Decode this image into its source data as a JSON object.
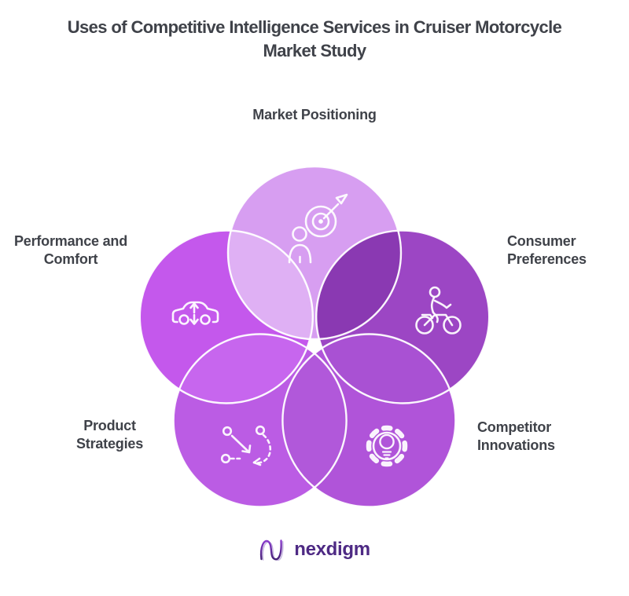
{
  "title": "Uses of Competitive Intelligence Services in Cruiser Motorcycle Market Study",
  "diagram": {
    "petals": [
      {
        "id": "market-positioning",
        "label": "Market Positioning",
        "icon": "person-target-icon",
        "color": "#d79ef1"
      },
      {
        "id": "performance-and-comfort",
        "label": "Performance and Comfort",
        "icon": "car-arrows-icon",
        "color": "#c458ec"
      },
      {
        "id": "consumer-preferences",
        "label": "Consumer Preferences",
        "icon": "motorcycle-rider-icon",
        "color": "#9c46c4"
      },
      {
        "id": "product-strategies",
        "label": "Product Strategies",
        "icon": "route-arrows-icon",
        "color": "#bb5ce4"
      },
      {
        "id": "competitor-innovations",
        "label": "Competitor Innovations",
        "icon": "gear-lightbulb-icon",
        "color": "#b054d9"
      }
    ],
    "overlap_colors": {
      "top_left": "#dfb0f4",
      "top_right": "#8a39b2",
      "left_bottomleft": "#c766ee",
      "bottom": "#b158da",
      "right_bottomright": "#a951d3"
    },
    "outline_color": "#ffffff"
  },
  "logo": {
    "text": "nexdigm",
    "text_color": "#4e2a84",
    "mark_color_top": "#8a3bcd",
    "mark_color_bottom": "#452076"
  },
  "text_color": "#3f4249"
}
